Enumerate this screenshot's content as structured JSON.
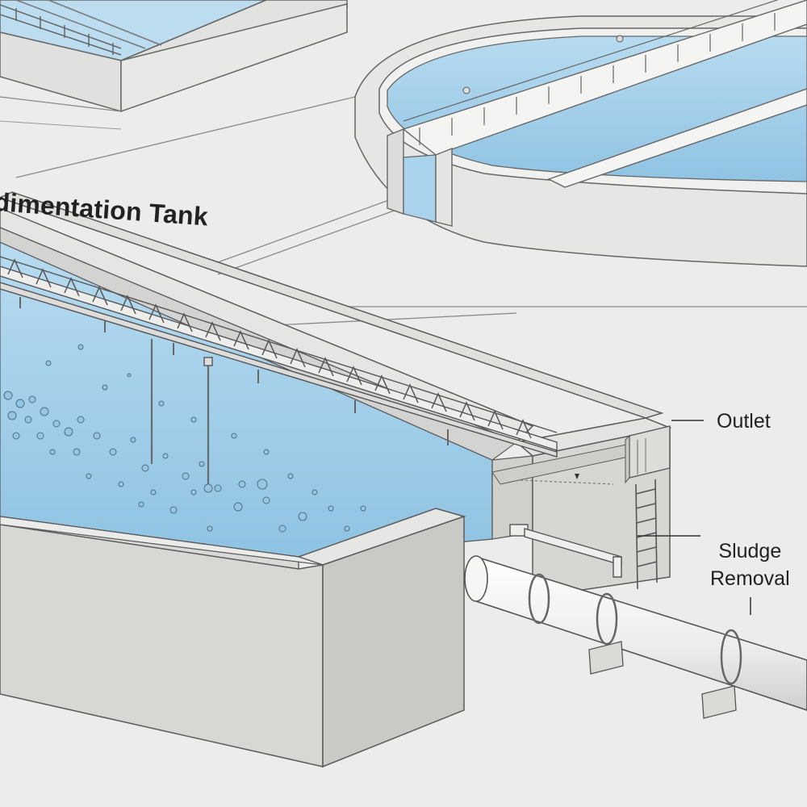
{
  "labels": {
    "title": "dimentation Tank",
    "outlet": "Outlet",
    "sludge_line1": "Sludge",
    "sludge_line2": "Removal"
  },
  "colors": {
    "background": "#ececec",
    "water": "#a9d3ec",
    "water_deep": "#8cc1e2",
    "concrete": "#d9d9d7",
    "concrete_dark": "#c6c6c3",
    "line": "#5b5b5b",
    "pipe": "#f2f2f2"
  },
  "icons": [
    "rake-bridge",
    "particle-dots",
    "control-box",
    "ladder",
    "pipe-clamp"
  ]
}
